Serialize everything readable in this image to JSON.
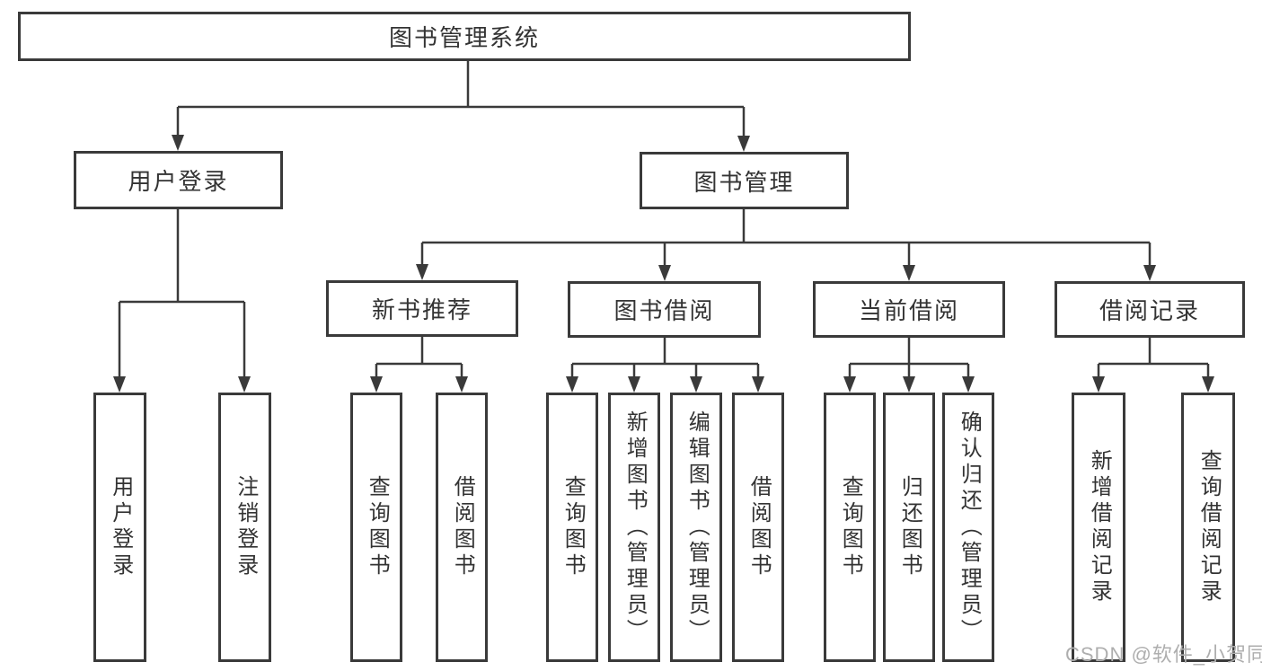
{
  "diagram": {
    "root": {
      "label": "图书管理系统"
    },
    "branches": [
      {
        "label": "用户登录",
        "children": [
          {
            "label": "用户登录"
          },
          {
            "label": "注销登录"
          }
        ]
      },
      {
        "label": "图书管理",
        "sections": [
          {
            "label": "新书推荐",
            "children": [
              {
                "label": "查询图书"
              },
              {
                "label": "借阅图书"
              }
            ]
          },
          {
            "label": "图书借阅",
            "children": [
              {
                "label": "查询图书"
              },
              {
                "label": "新增图书（管理员）"
              },
              {
                "label": "编辑图书（管理员）"
              },
              {
                "label": "借阅图书"
              }
            ]
          },
          {
            "label": "当前借阅",
            "children": [
              {
                "label": "查询图书"
              },
              {
                "label": "归还图书"
              },
              {
                "label": "确认归还（管理员）"
              }
            ]
          },
          {
            "label": "借阅记录",
            "children": [
              {
                "label": "新增借阅记录"
              },
              {
                "label": "查询借阅记录"
              }
            ]
          }
        ]
      }
    ]
  },
  "watermark": {
    "text": "CSDN @软件_小贺同学"
  },
  "colors": {
    "line": "#3a3a3a",
    "text": "#333333",
    "watermark": "#aeaeae",
    "background": "#ffffff"
  }
}
